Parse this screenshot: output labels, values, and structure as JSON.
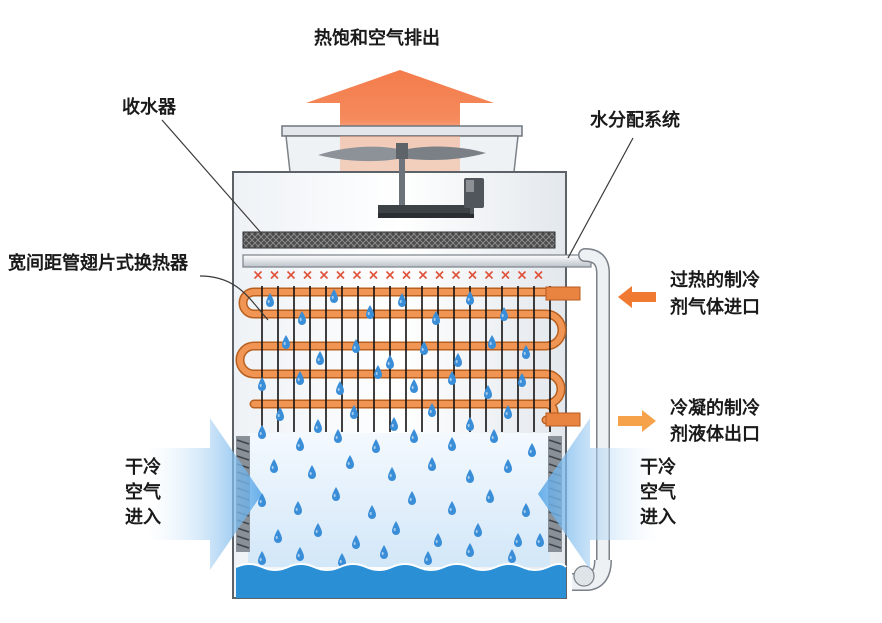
{
  "labels": {
    "exhaust": "热饱和空气排出",
    "drift_eliminator": "收水器",
    "water_distribution": "水分配系统",
    "heat_exchanger": "宽间距管翅片式换热器",
    "inlet_line1": "过热的制冷",
    "inlet_line2": "剂气体进口",
    "outlet_line1": "冷凝的制冷",
    "outlet_line2": "剂液体出口",
    "left_air_line1": "干冷",
    "left_air_line2": "空气",
    "left_air_line3": "进入",
    "right_air_line1": "干冷",
    "right_air_line2": "空气",
    "right_air_line3": "进入"
  },
  "colors": {
    "exhaust_arrow": "#f58a5c",
    "refrigerant_arrow": "#f07a32",
    "coil": "#e8843f",
    "water_basin": "#2b8fd6",
    "air_inlet_arrow": "#6ab4ec",
    "drop": "#3a8ed8",
    "spray_nozzle": "#e0533a"
  },
  "icons": {
    "exhaust": "arrow-up-icon",
    "refrigerant_in": "arrow-left-icon",
    "refrigerant_out": "arrow-right-icon",
    "air_in": "arrow-right-icon"
  }
}
